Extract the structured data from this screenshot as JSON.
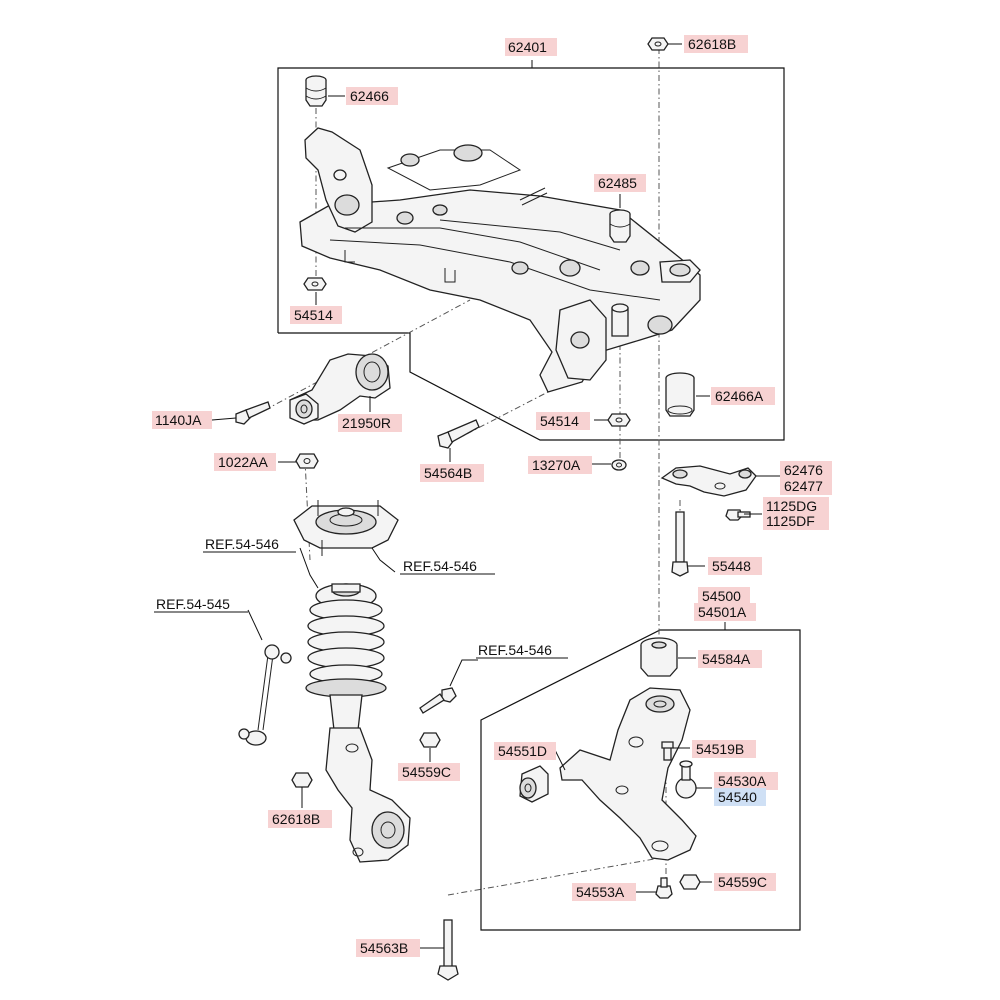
{
  "labels": {
    "l62401": "62401",
    "l62618B_top": "62618B",
    "l62466": "62466",
    "l62485": "62485",
    "l54514_left": "54514",
    "l1140JA": "1140JA",
    "l21950R": "21950R",
    "l54514_mid": "54514",
    "l62466A": "62466A",
    "l1022AA": "1022AA",
    "l54564B": "54564B",
    "l13270A": "13270A",
    "l62476": "62476",
    "l62477": "62477",
    "l1125DG": "1125DG",
    "l1125DF": "1125DF",
    "l55448": "55448",
    "lref546_a": "REF.54-546",
    "lref546_b": "REF.54-546",
    "lref545": "REF.54-545",
    "lref546_c": "REF.54-546",
    "l54500": "54500",
    "l54501A": "54501A",
    "l54584A": "54584A",
    "l54551D": "54551D",
    "l54519B": "54519B",
    "l54530A": "54530A",
    "l54540": "54540",
    "l54559C_left": "54559C",
    "l62618B_bottom": "62618B",
    "l54559C_right": "54559C",
    "l54553A": "54553A",
    "l54563B": "54563B"
  },
  "colors": {
    "label_highlight": "#f7d2d2",
    "label_highlight_blue": "#cfe0f5",
    "line": "#222222"
  }
}
